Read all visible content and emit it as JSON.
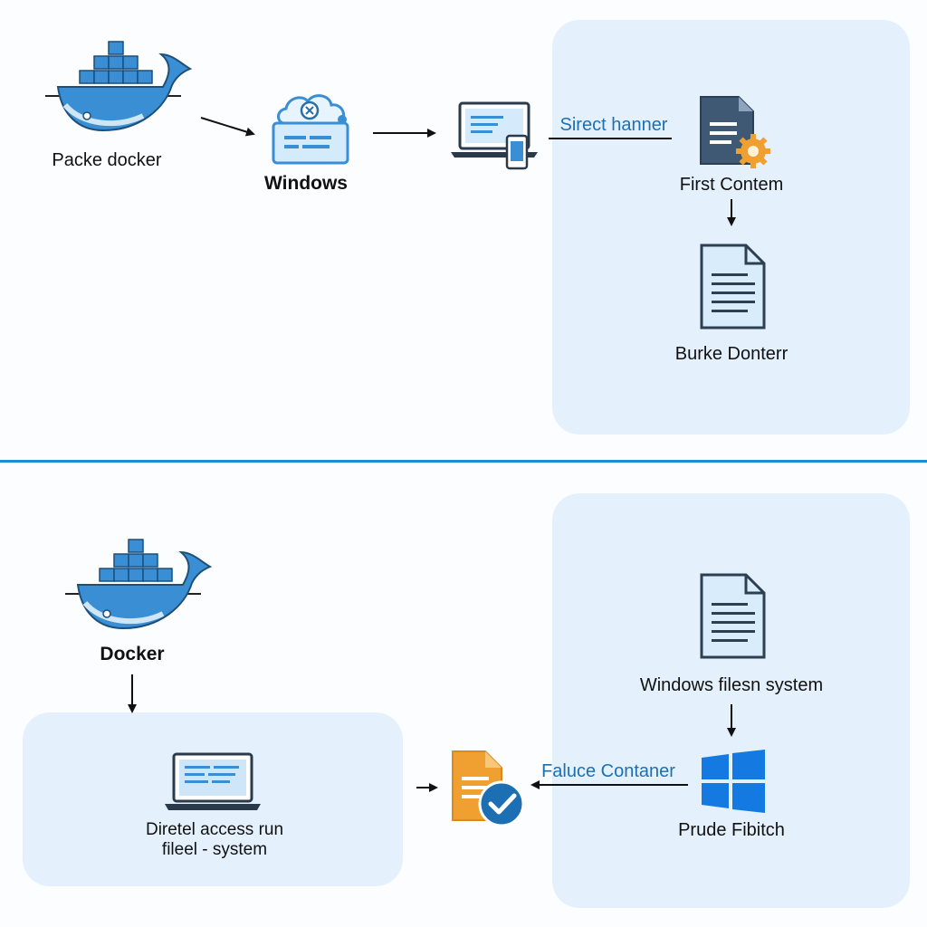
{
  "top": {
    "docker_label": "Packe docker",
    "windows_label": "Windows",
    "arrow_label": "Sirect hanner",
    "first_content_label": "First Contem",
    "doc_label": "Burke Donterr"
  },
  "bottom": {
    "docker_label": "Docker",
    "access_label_line1": "Diretel access run",
    "access_label_line2": "fileel - system",
    "windows_fs_label": "Windows filesn system",
    "arrow_label": "Faluce Contaner",
    "windows_logo_label": "Prude Fibitch"
  },
  "colors": {
    "panel": "#e4f1fc",
    "docker_blue": "#3a8fd4",
    "divider": "#1b8fd2",
    "accent_text": "#1d6fb3",
    "orange": "#f0a030",
    "windows_blue": "#1479e0"
  },
  "icons": [
    "docker-whale-icon",
    "cloud-window-icon",
    "laptop-tablet-icon",
    "document-gear-icon",
    "document-icon",
    "laptop-icon",
    "document-check-icon",
    "windows-logo-icon"
  ]
}
